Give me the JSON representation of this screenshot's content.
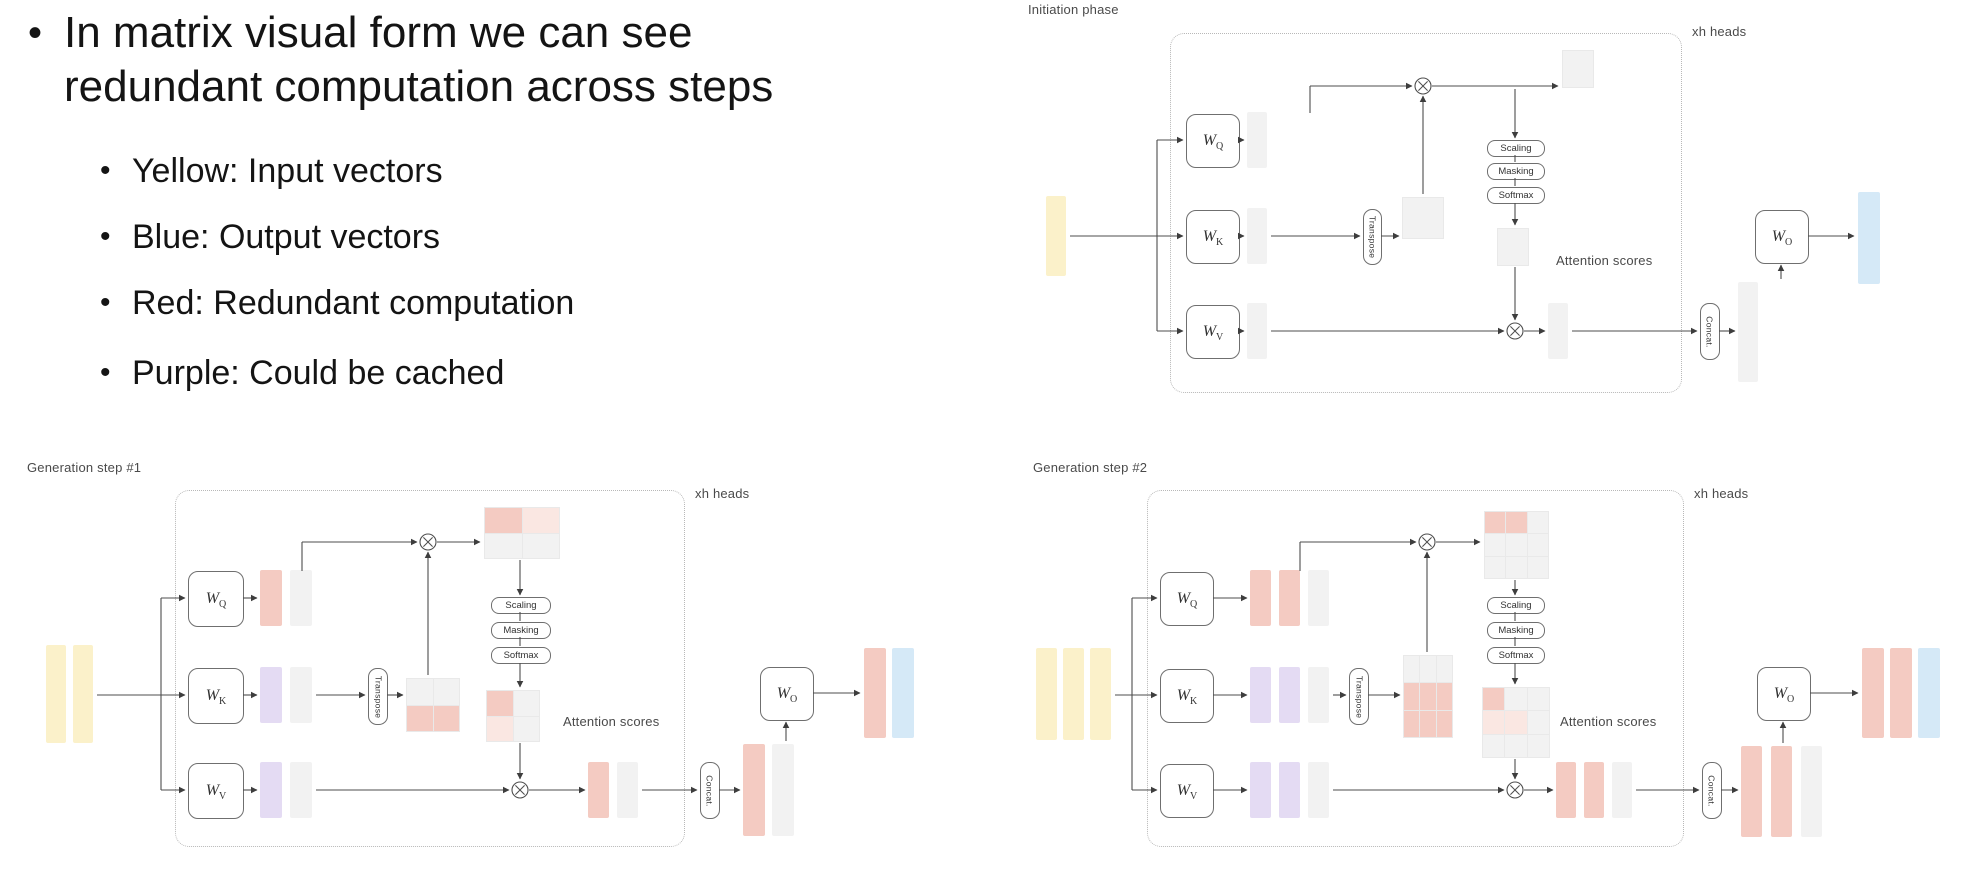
{
  "slide": {
    "bullet_char": "•",
    "main": [
      "In matrix visual form we can see",
      "redundant computation across steps"
    ],
    "sub_bullets": [
      "Yellow: Input vectors",
      "Blue: Output vectors",
      "Red: Redundant computation",
      "Purple: Could be cached"
    ]
  },
  "colors": {
    "yellow": "#fbf1ca",
    "red": "#f4cbc2",
    "red_faint": "#fae7e2",
    "purple": "#e4dbf3",
    "blue": "#d5e9f7",
    "grey": "#f2f2f2",
    "line": "#4d4d4d",
    "label_text": "#4a4a4a"
  },
  "labels": {
    "w_q": {
      "base": "W",
      "sub": "Q"
    },
    "w_k": {
      "base": "W",
      "sub": "K"
    },
    "w_v": {
      "base": "W",
      "sub": "V"
    },
    "w_o": {
      "base": "W",
      "sub": "O"
    },
    "scaling": "Scaling",
    "masking": "Masking",
    "softmax": "Softmax",
    "transpose": "Transpose",
    "concat": "Concat.",
    "attention_scores": "Attention scores",
    "xh_heads": "xh heads"
  },
  "diagrams": [
    {
      "id": "initiation",
      "title": "Initiation phase",
      "input_cols": [
        "yellow"
      ],
      "q_cols": [
        "grey"
      ],
      "k_cols": [
        "grey"
      ],
      "v_cols": [
        "grey"
      ],
      "qk": [
        [
          "grey"
        ]
      ],
      "kt": [
        [
          "grey"
        ]
      ],
      "att": [
        [
          "grey"
        ]
      ],
      "vout_cols": [
        "grey"
      ],
      "concat_cols": [
        "grey"
      ],
      "out_cols": [
        "blue"
      ]
    },
    {
      "id": "gen1",
      "title": "Generation step #1",
      "input_cols": [
        "yellow",
        "yellow"
      ],
      "q_cols": [
        "red",
        "grey"
      ],
      "k_cols": [
        "purple",
        "grey"
      ],
      "v_cols": [
        "purple",
        "grey"
      ],
      "qk": [
        [
          "red",
          "red_faint"
        ],
        [
          "grey",
          "grey"
        ]
      ],
      "kt": [
        [
          "grey",
          "grey"
        ],
        [
          "red",
          "red"
        ]
      ],
      "att": [
        [
          "red",
          "grey"
        ],
        [
          "red_faint",
          "grey"
        ]
      ],
      "vout_cols": [
        "red",
        "grey"
      ],
      "concat_cols": [
        "red",
        "grey"
      ],
      "out_cols": [
        "red",
        "blue"
      ]
    },
    {
      "id": "gen2",
      "title": "Generation step #2",
      "input_cols": [
        "yellow",
        "yellow",
        "yellow"
      ],
      "q_cols": [
        "red",
        "red",
        "grey"
      ],
      "k_cols": [
        "purple",
        "purple",
        "grey"
      ],
      "v_cols": [
        "purple",
        "purple",
        "grey"
      ],
      "qk": [
        [
          "red",
          "red",
          "grey"
        ],
        [
          "grey",
          "grey",
          "grey"
        ],
        [
          "grey",
          "grey",
          "grey"
        ]
      ],
      "kt": [
        [
          "grey",
          "grey",
          "grey"
        ],
        [
          "red",
          "red",
          "red"
        ],
        [
          "red",
          "red",
          "red"
        ]
      ],
      "att": [
        [
          "red",
          "grey",
          "grey"
        ],
        [
          "red_faint",
          "red_faint",
          "grey"
        ],
        [
          "grey",
          "grey",
          "grey"
        ]
      ],
      "vout_cols": [
        "red",
        "red",
        "grey"
      ],
      "concat_cols": [
        "red",
        "red",
        "grey"
      ],
      "out_cols": [
        "red",
        "red",
        "blue"
      ]
    }
  ]
}
